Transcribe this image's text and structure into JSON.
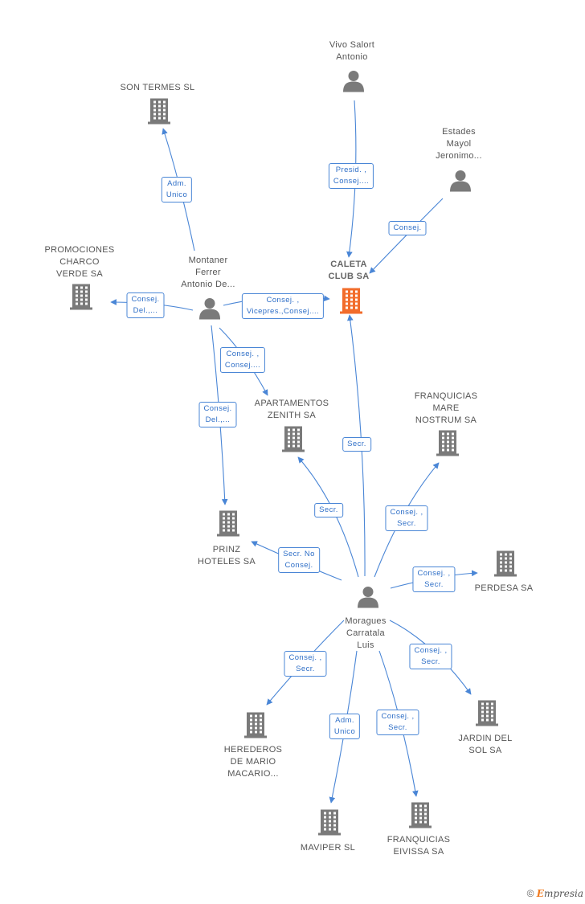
{
  "colors": {
    "edge": "#4a86d6",
    "building": "#7a7a7a",
    "main_building": "#f26c2b",
    "person": "#7a7a7a"
  },
  "nodes": [
    {
      "id": "caleta",
      "type": "company",
      "main": true,
      "label": "CALETA\nCLUB SA"
    },
    {
      "id": "vivo",
      "type": "person",
      "label": "Vivo Salort\nAntonio"
    },
    {
      "id": "estades",
      "type": "person",
      "label": "Estades\nMayol\nJeronimo..."
    },
    {
      "id": "montaner",
      "type": "person",
      "label": "Montaner\nFerrer\nAntonio De..."
    },
    {
      "id": "moragues",
      "type": "person",
      "label": "Moragues\nCarratala\nLuis"
    },
    {
      "id": "sontermes",
      "type": "company",
      "label": "SON TERMES SL"
    },
    {
      "id": "promociones",
      "type": "company",
      "label": "PROMOCIONES\nCHARCO\nVERDE SA"
    },
    {
      "id": "apartamentos",
      "type": "company",
      "label": "APARTAMENTOS\nZENITH SA"
    },
    {
      "id": "franquiciasmare",
      "type": "company",
      "label": "FRANQUICIAS\nMARE\nNOSTRUM SA"
    },
    {
      "id": "prinz",
      "type": "company",
      "label": "PRINZ\nHOTELES SA"
    },
    {
      "id": "perdesa",
      "type": "company",
      "label": "PERDESA SA"
    },
    {
      "id": "herederos",
      "type": "company",
      "label": "HEREDEROS\nDE MARIO\nMACARIO..."
    },
    {
      "id": "jardin",
      "type": "company",
      "label": "JARDIN DEL\nSOL SA"
    },
    {
      "id": "maviper",
      "type": "company",
      "label": "MAVIPER SL"
    },
    {
      "id": "franquiciaseivissa",
      "type": "company",
      "label": "FRANQUICIAS\nEIVISSA SA"
    }
  ],
  "edges": [
    {
      "id": "e_vivo_caleta",
      "label": "Presid. ,\nConsej...."
    },
    {
      "id": "e_estades_caleta",
      "label": "Consej."
    },
    {
      "id": "e_montaner_caleta",
      "label": "Consej. ,\nVicepres.,Consej...."
    },
    {
      "id": "e_montaner_sontermes",
      "label": "Adm.\nUnico"
    },
    {
      "id": "e_montaner_promociones",
      "label": "Consej.\nDel.,..."
    },
    {
      "id": "e_montaner_apartamentos",
      "label": "Consej. ,\nConsej...."
    },
    {
      "id": "e_montaner_prinz",
      "label": "Consej.\nDel.,..."
    },
    {
      "id": "e_moragues_caleta",
      "label": "Secr."
    },
    {
      "id": "e_moragues_apartamentos",
      "label": "Secr."
    },
    {
      "id": "e_moragues_franquiciasmare",
      "label": "Consej. ,\nSecr."
    },
    {
      "id": "e_moragues_prinz",
      "label": "Secr. No\nConsej."
    },
    {
      "id": "e_moragues_perdesa",
      "label": "Consej. ,\nSecr."
    },
    {
      "id": "e_moragues_herederos",
      "label": "Consej. ,\nSecr."
    },
    {
      "id": "e_moragues_jardin",
      "label": "Consej. ,\nSecr."
    },
    {
      "id": "e_moragues_maviper",
      "label": "Adm.\nUnico"
    },
    {
      "id": "e_moragues_franquiciaseivissa",
      "label": "Consej. ,\nSecr."
    }
  ],
  "footer": {
    "copyright": "©",
    "brand_initial": "E",
    "brand_rest": "mpresia"
  }
}
